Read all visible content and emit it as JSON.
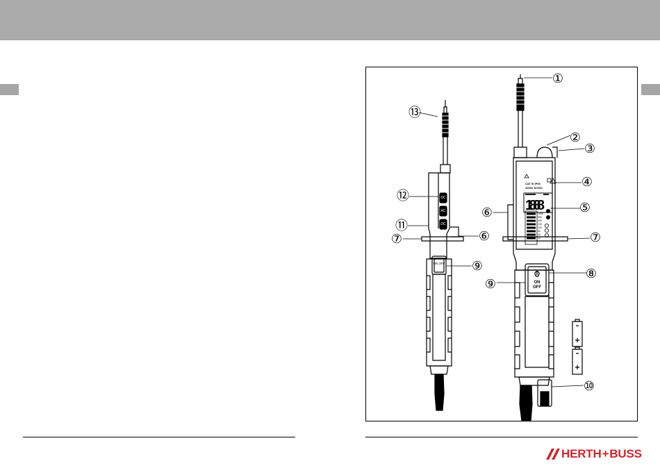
{
  "callouts": {
    "c1": "①",
    "c2": "②",
    "c3": "③",
    "c4": "④",
    "c5": "⑤",
    "c6a": "⑥",
    "c6b": "⑥",
    "c7a": "⑦",
    "c7b": "⑦",
    "c8": "⑧",
    "c9a": "⑨",
    "c9b": "⑨",
    "c10": "⑩",
    "c11": "⑪",
    "c12": "⑫",
    "c13": "⑬"
  },
  "device_labels": {
    "cat": "CAT III IP65",
    "voltage": "1000V AC/DC",
    "lcd_digits": "1888",
    "scale": [
      "12",
      "24",
      "50",
      "120",
      "230",
      "400",
      "690",
      "1000"
    ],
    "on": "ON",
    "off": "OFF",
    "btn_dc_plus": "DC",
    "btn_ac": "AC",
    "btn_dc_minus": "DC",
    "small_on_off": "ON OFF",
    "battery_minus": "−",
    "battery_plus": "+"
  },
  "brand": {
    "name_part1": "HERTH",
    "separator": "+",
    "name_part2": "BUSS",
    "color": "#d1262d"
  }
}
